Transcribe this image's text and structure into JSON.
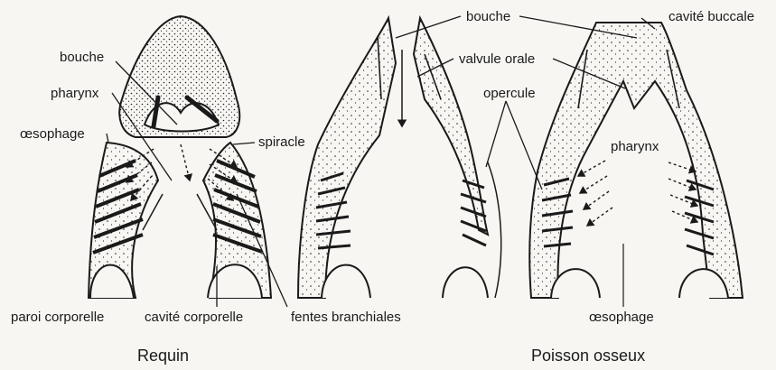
{
  "shark": {
    "caption": "Requin",
    "labels": {
      "mouth": "bouche",
      "pharynx": "pharynx",
      "esophagus": "œsophage",
      "spiracle": "spiracle",
      "body_wall": "paroi corporelle",
      "body_cavity": "cavité corporelle",
      "gill_slits": "fentes branchiales"
    }
  },
  "bony_fish": {
    "caption": "Poisson osseux",
    "labels": {
      "mouth": "bouche",
      "buccal_cavity": "cavité buccale",
      "oral_valve": "valvule orale",
      "operculum": "opercule",
      "pharynx": "pharynx",
      "esophagus": "œsophage"
    }
  }
}
